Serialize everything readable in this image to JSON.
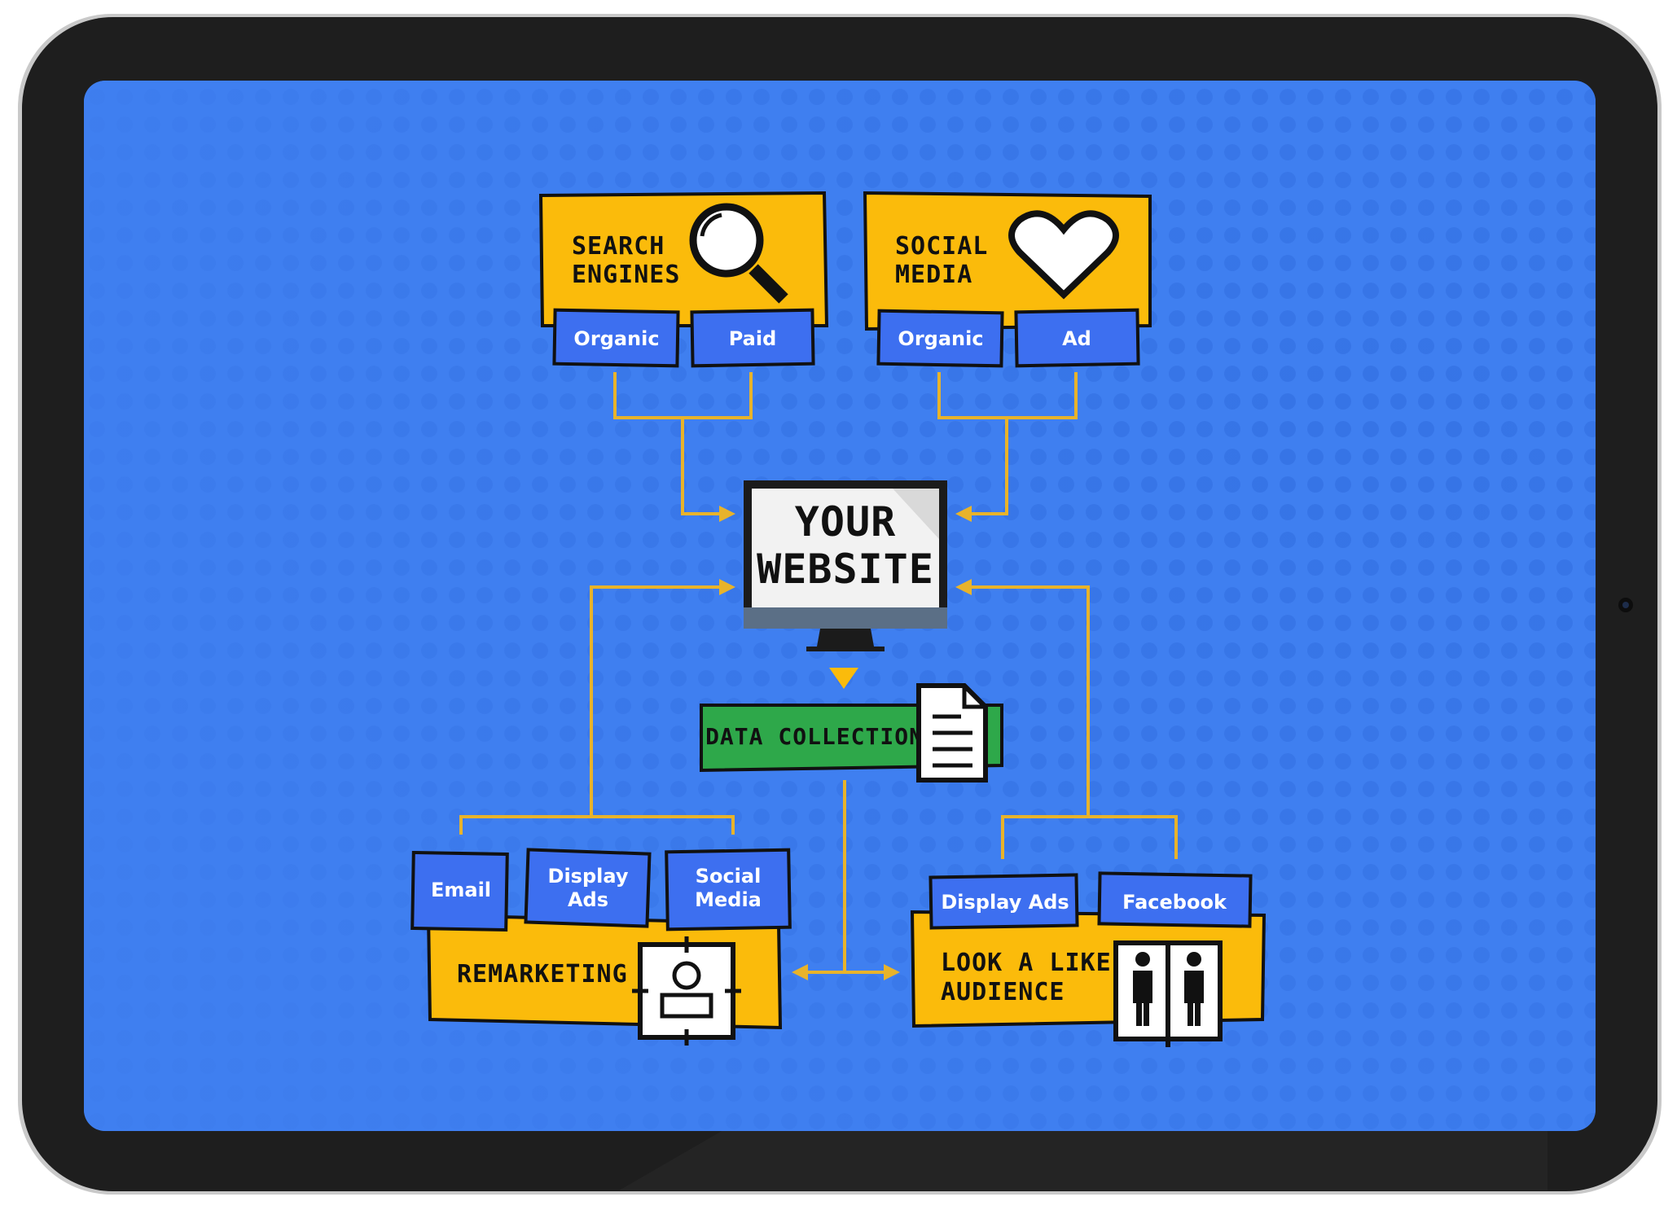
{
  "colors": {
    "background_blue": "#3f7ff0",
    "dot_blue": "#3674e6",
    "yellow": "#fbbb0b",
    "label_blue": "#3d6ff0",
    "green": "#2ea84a",
    "connector": "#e8b32b",
    "frame": "#1e1e1e"
  },
  "sources": {
    "search": {
      "title_line1": "SEARCH",
      "title_line2": "ENGINES",
      "icon": "magnifier-icon",
      "tags": [
        "Organic",
        "Paid"
      ]
    },
    "social": {
      "title_line1": "SOCIAL",
      "title_line2": "MEDIA",
      "icon": "heart-icon",
      "tags": [
        "Organic",
        "Ad"
      ]
    }
  },
  "website": {
    "line1": "YOUR",
    "line2": "WEBSITE",
    "icon": "monitor-icon"
  },
  "data_collection": {
    "label": "DATA COLLECTION",
    "icon": "document-icon"
  },
  "remarketing": {
    "title": "REMARKETING",
    "icon": "target-user-icon",
    "tags": [
      {
        "line1": "Email",
        "line2": ""
      },
      {
        "line1": "Display",
        "line2": "Ads"
      },
      {
        "line1": "Social",
        "line2": "Media"
      }
    ]
  },
  "lookalike": {
    "title_line1": "LOOK A LIKE",
    "title_line2": "AUDIENCE",
    "icon": "people-icon",
    "tags": [
      "Display Ads",
      "Facebook"
    ]
  }
}
